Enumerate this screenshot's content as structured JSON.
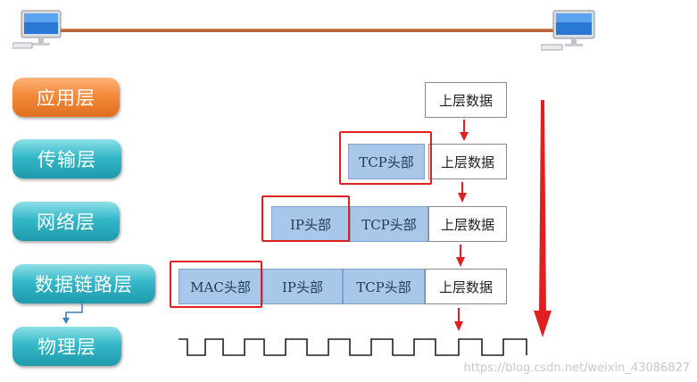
{
  "layers": {
    "application": "应用层",
    "transport": "传输层",
    "network": "网络层",
    "datalink": "数据链路层",
    "physical": "物理层"
  },
  "headers": {
    "upper_data": "上层数据",
    "tcp": "TCP头部",
    "ip": "IP头部",
    "mac": "MAC头部"
  },
  "colors": {
    "application_layer": "#f38a3a",
    "other_layers": "#35b8c8",
    "header_cell": "#a9c7e8",
    "highlight_box": "#e02020",
    "arrow": "#e02020",
    "cable": "#b8643a"
  },
  "watermark": "https://blog.csdn.net/weixin_43086827"
}
